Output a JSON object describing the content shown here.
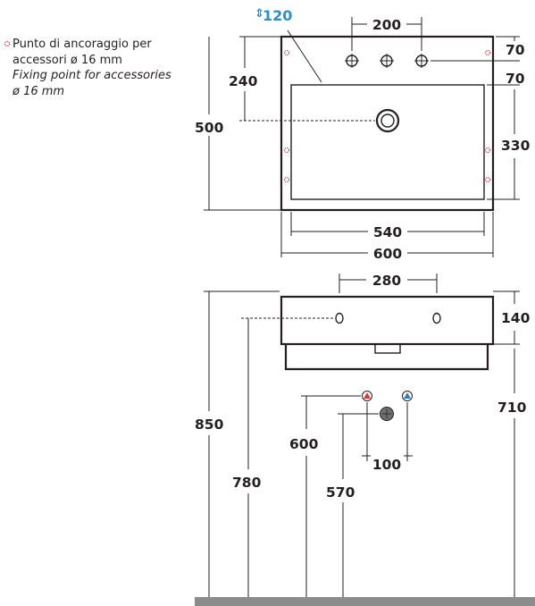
{
  "legend": {
    "line1_it": "Punto di ancoraggio per",
    "line2_it": "accessori ø 16 mm",
    "line1_en": "Fixing point for accessories",
    "line2_en": "ø 16 mm",
    "marker_color": "#d9262c"
  },
  "top_view": {
    "drain_height_label": "120",
    "tap_spacing_label": "200",
    "top_offset_label": "70",
    "inner_offset_label": "70",
    "drain_depth_label": "240",
    "total_depth_label": "500",
    "bowl_depth_label": "330",
    "inner_width_label": "540",
    "total_width_label": "600"
  },
  "front_view": {
    "fixing_spacing_label": "280",
    "basin_height_label": "140",
    "top_height_label": "850",
    "fixing_height_label": "780",
    "outlet_height_label": "600",
    "waste_height_label": "570",
    "supply_spacing_label": "100",
    "right_height_label": "710",
    "hot_color": "#e2362f",
    "cold_color": "#2a7fc4"
  },
  "colors": {
    "ink": "#231f20",
    "accent": "#2a8fd0",
    "floor": "#8c8c8c"
  }
}
